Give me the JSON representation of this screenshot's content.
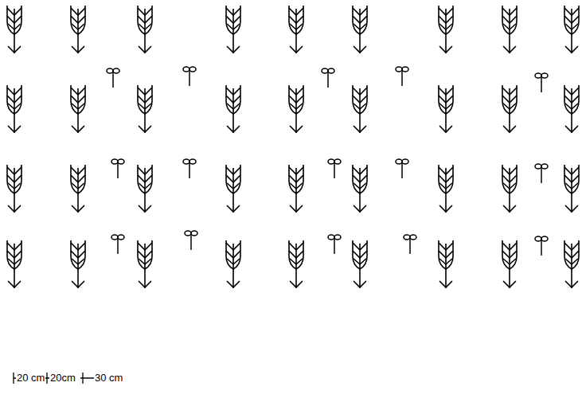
{
  "diagram": {
    "labels": [
      "20 cm",
      "20cm",
      "30 cm"
    ]
  }
}
